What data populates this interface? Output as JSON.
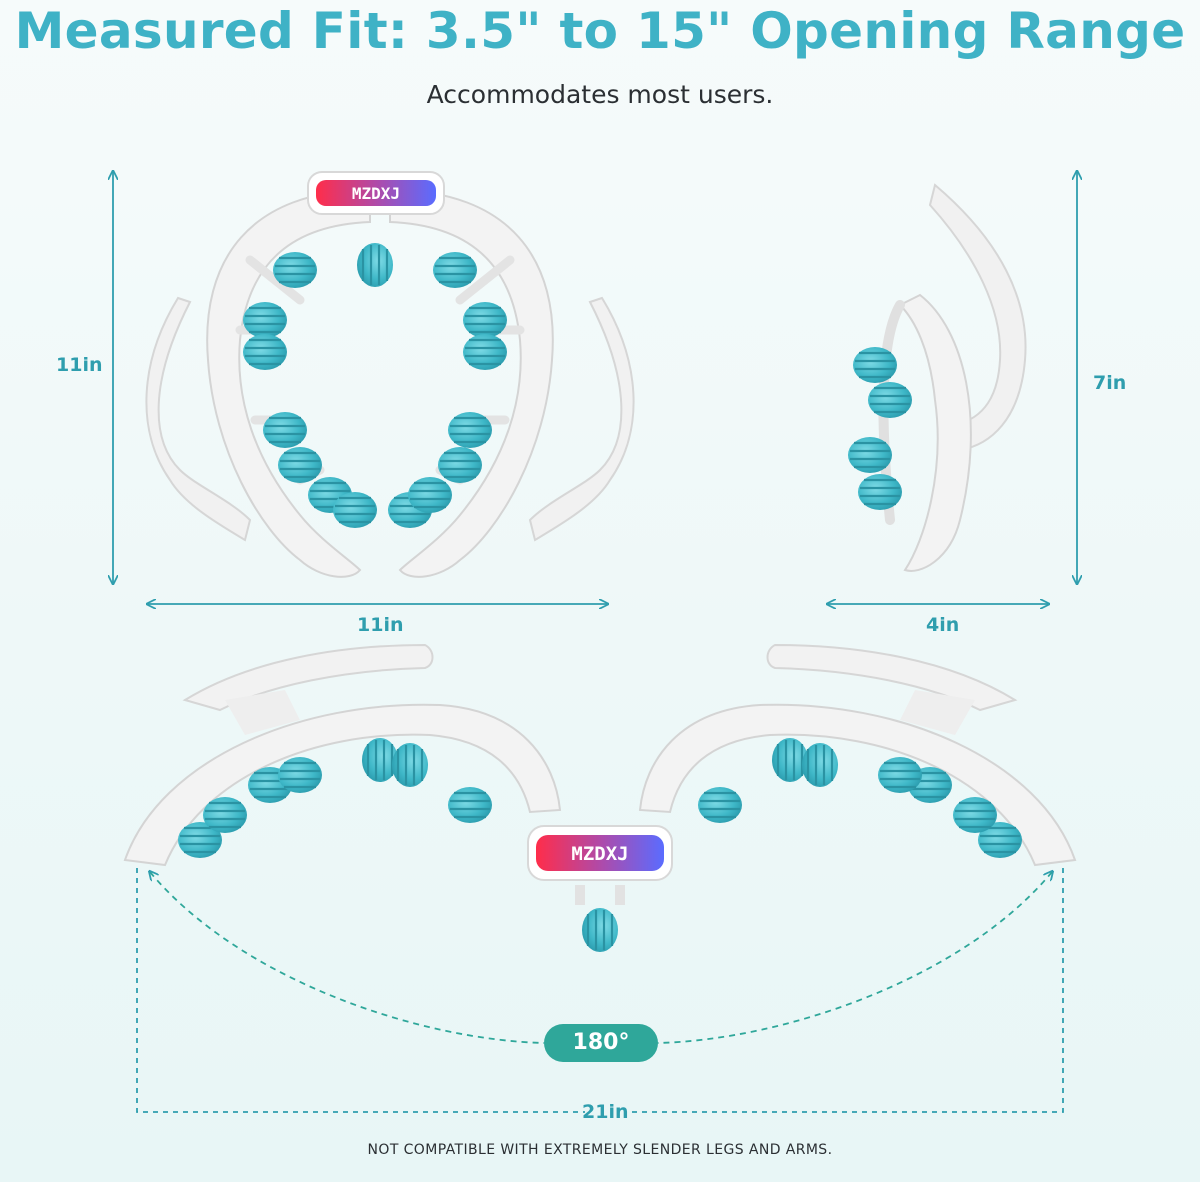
{
  "header": {
    "title": "Measured Fit: 3.5\" to 15\" Opening Range",
    "subtitle": "Accommodates most users."
  },
  "product": {
    "brand": "MZDXJ"
  },
  "dimensions": {
    "front_height": "11in",
    "front_width": "11in",
    "side_height": "7in",
    "side_width": "4in",
    "open_width": "21in",
    "open_angle": "180°"
  },
  "footer": {
    "note": "NOT COMPATIBLE WITH EXTREMELY SLENDER LEGS AND ARMS."
  },
  "colors": {
    "accent_teal": "#3fb2c6",
    "dimension_line": "#2f9eae",
    "badge_green": "#2fa79a",
    "roller_blue": "#4cc0cf",
    "frame_white": "#f2f2f2"
  }
}
